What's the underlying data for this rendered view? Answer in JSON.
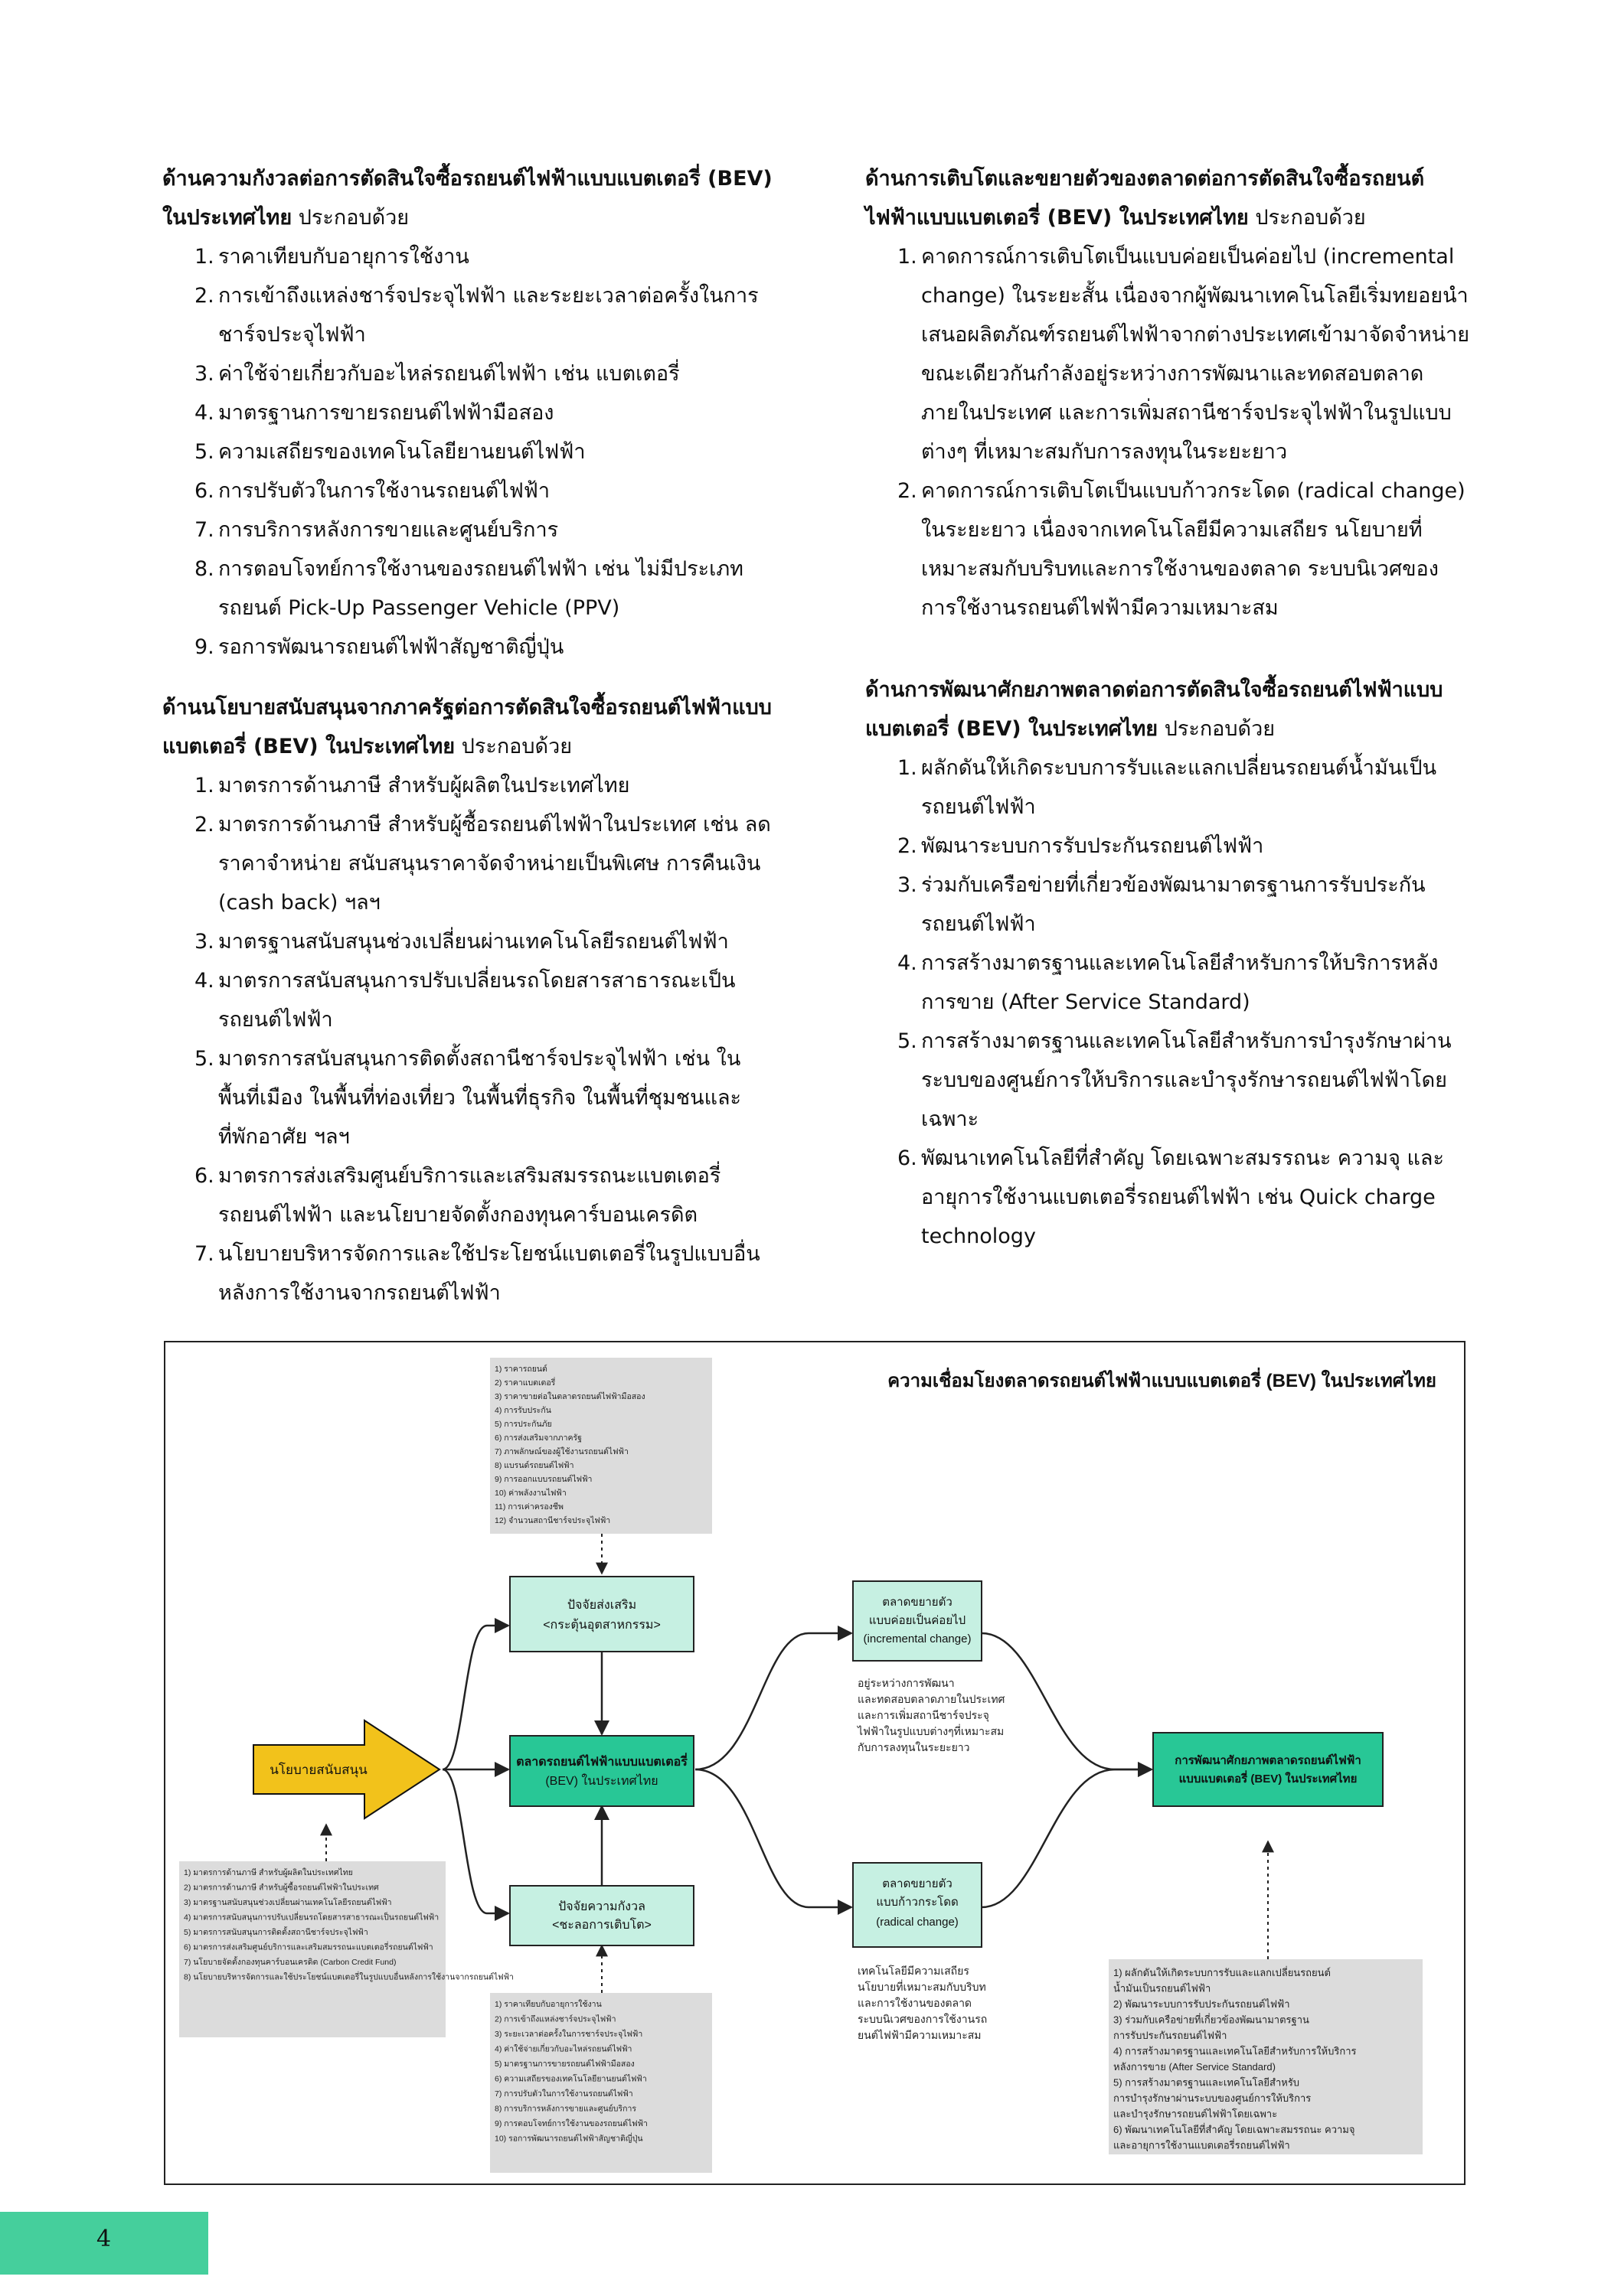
{
  "left_column": {
    "section1": {
      "title_bold": "ด้านความกังวลต่อการตัดสินใจซื้อรถยนต์ไฟฟ้าแบบแบตเตอรี่ (BEV) ในประเทศไทย",
      "title_plain": " ประกอบด้วย",
      "items": [
        {
          "num": "1.",
          "text": "ราคาเทียบกับอายุการใช้งาน"
        },
        {
          "num": "2.",
          "text": "การเข้าถึงแหล่งชาร์จประจุไฟฟ้า และระยะเวลาต่อครั้งในการชาร์จประจุไฟฟ้า"
        },
        {
          "num": "3.",
          "text": "ค่าใช้จ่ายเกี่ยวกับอะไหล่รถยนต์ไฟฟ้า เช่น แบตเตอรี่"
        },
        {
          "num": "4.",
          "text": "มาตรฐานการขายรถยนต์ไฟฟ้ามือสอง"
        },
        {
          "num": "5.",
          "text": "ความเสถียรของเทคโนโลยียานยนต์ไฟฟ้า"
        },
        {
          "num": "6.",
          "text": "การปรับตัวในการใช้งานรถยนต์ไฟฟ้า"
        },
        {
          "num": "7.",
          "text": "การบริการหลังการขายและศูนย์บริการ"
        },
        {
          "num": "8.",
          "text": "การตอบโจทย์การใช้งานของรถยนต์ไฟฟ้า เช่น ไม่มีประเภทรถยนต์ Pick-Up Passenger Vehicle (PPV)"
        },
        {
          "num": "9.",
          "text": "รอการพัฒนารถยนต์ไฟฟ้าสัญชาติญี่ปุ่น"
        }
      ]
    },
    "section2": {
      "title_bold": "ด้านนโยบายสนับสนุนจากภาครัฐต่อการตัดสินใจซื้อรถยนต์ไฟฟ้าแบบแบตเตอรี่ (BEV) ในประเทศไทย",
      "title_plain": " ประกอบด้วย",
      "items": [
        {
          "num": "1.",
          "text": "มาตรการด้านภาษี สำหรับผู้ผลิตในประเทศไทย"
        },
        {
          "num": "2.",
          "text": "มาตรการด้านภาษี สำหรับผู้ซื้อรถยนต์ไฟฟ้าในประเทศ เช่น ลดราคาจำหน่าย สนับสนุนราคาจัดจำหน่ายเป็นพิเศษ การคืนเงิน (cash back) ฯลฯ"
        },
        {
          "num": "3.",
          "text": "มาตรฐานสนับสนุนช่วงเปลี่ยนผ่านเทคโนโลยีรถยนต์ไฟฟ้า"
        },
        {
          "num": "4.",
          "text": "มาตรการสนับสนุนการปรับเปลี่ยนรถโดยสารสาธารณะเป็นรถยนต์ไฟฟ้า"
        },
        {
          "num": "5.",
          "text": "มาตรการสนับสนุนการติดตั้งสถานีชาร์จประจุไฟฟ้า เช่น ในพื้นที่เมือง ในพื้นที่ท่องเที่ยว ในพื้นที่ธุรกิจ ในพื้นที่ชุมชนและที่พักอาศัย ฯลฯ"
        },
        {
          "num": "6.",
          "text": "มาตรการส่งเสริมศูนย์บริการและเสริมสมรรถนะแบตเตอรี่รถยนต์ไฟฟ้า และนโยบายจัดตั้งกองทุนคาร์บอนเครดิต"
        },
        {
          "num": "7.",
          "text": "นโยบายบริหารจัดการและใช้ประโยชน์แบตเตอรี่ในรูปแบบอื่น หลังการใช้งานจากรถยนต์ไฟฟ้า"
        }
      ]
    }
  },
  "right_column": {
    "section3": {
      "title_bold": "ด้านการเติบโตและขยายตัวของตลาดต่อการตัดสินใจซื้อรถยนต์ไฟฟ้าแบบแบตเตอรี่ (BEV) ในประเทศไทย",
      "title_plain": " ประกอบด้วย",
      "items": [
        {
          "num": "1.",
          "text": "คาดการณ์การเติบโตเป็นแบบค่อยเป็นค่อยไป (incremental change) ในระยะสั้น เนื่องจากผู้พัฒนาเทคโนโลยีเริ่มทยอยนำเสนอผลิตภัณฑ์รถยนต์ไฟฟ้าจากต่างประเทศเข้ามาจัดจำหน่าย ขณะเดียวกันกำลังอยู่ระหว่างการพัฒนาและทดสอบตลาดภายในประเทศ และการเพิ่มสถานีชาร์จประจุไฟฟ้าในรูปแบบต่างๆ ที่เหมาะสมกับการลงทุนในระยะยาว"
        },
        {
          "num": "2.",
          "text": "คาดการณ์การเติบโตเป็นแบบก้าวกระโดด (radical change) ในระยะยาว เนื่องจากเทคโนโลยีมีความเสถียร นโยบายที่เหมาะสมกับบริบทและการใช้งานของตลาด ระบบนิเวศของการใช้งานรถยนต์ไฟฟ้ามีความเหมาะสม"
        }
      ]
    },
    "section4": {
      "title_bold": "ด้านการพัฒนาศักยภาพตลาดต่อการตัดสินใจซื้อรถยนต์ไฟฟ้าแบบแบตเตอรี่ (BEV) ในประเทศไทย",
      "title_plain": " ประกอบด้วย",
      "items": [
        {
          "num": "1.",
          "text": "ผลักดันให้เกิดระบบการรับและแลกเปลี่ยนรถยนต์น้ำมันเป็นรถยนต์ไฟฟ้า"
        },
        {
          "num": "2.",
          "text": "พัฒนาระบบการรับประกันรถยนต์ไฟฟ้า"
        },
        {
          "num": "3.",
          "text": "ร่วมกับเครือข่ายที่เกี่ยวข้องพัฒนามาตรฐานการรับประกันรถยนต์ไฟฟ้า"
        },
        {
          "num": "4.",
          "text": "การสร้างมาตรฐานและเทคโนโลยีสำหรับการให้บริการหลังการขาย (After Service Standard)"
        },
        {
          "num": "5.",
          "text": "การสร้างมาตรฐานและเทคโนโลยีสำหรับการบำรุงรักษาผ่านระบบของศูนย์การให้บริการและบำรุงรักษารถยนต์ไฟฟ้าโดยเฉพาะ"
        },
        {
          "num": "6.",
          "text": "พัฒนาเทคโนโลยีที่สำคัญ โดยเฉพาะสมรรถนะ ความจุ และอายุการใช้งานแบตเตอรี่รถยนต์ไฟฟ้า เช่น Quick charge technology"
        }
      ]
    }
  },
  "diagram": {
    "title": "ความเชื่อมโยงตลาดรถยนต์ไฟฟ้าแบบแบตเตอรี่ (BEV) ในประเทศไทย",
    "colors": {
      "box_light": "#c6f0e2",
      "box_dark": "#28c796",
      "arrow_yellow": "#f2c21b",
      "note_gray": "#dcdcdc",
      "line": "#222222"
    },
    "promoting": {
      "line1": "ปัจจัยส่งเสริม",
      "line2": "<กระตุ้นอุตสาหกรรม>"
    },
    "concern": {
      "line1": "ปัจจัยความกังวล",
      "line2": "<ชะลอการเติบโต>"
    },
    "market": {
      "line1": "ตลาดรถยนต์ไฟฟ้าแบบแบตเตอรี่",
      "line2": "(BEV) ในประเทศไทย"
    },
    "policy": {
      "label": "นโยบายสนับสนุน"
    },
    "incremental": {
      "line1": "ตลาดขยายตัว",
      "line2": "แบบค่อยเป็นค่อยไป",
      "line3": "(incremental change)"
    },
    "radical": {
      "line1": "ตลาดขยายตัว",
      "line2": "แบบก้าวกระโดด",
      "line3": "(radical change)"
    },
    "development": {
      "line1": "การพัฒนาศักยภาพตลาดรถยนต์ไฟฟ้า",
      "line2": "แบบแบตเตอรี่ (BEV) ในประเทศไทย"
    },
    "promoting_notes": [
      "1) ราคารถยนต์",
      "2) ราคาแบตเตอรี่",
      "3) ราคาขายต่อในตลาดรถยนต์ไฟฟ้ามือสอง",
      "4) การรับประกัน",
      "5) การประกันภัย",
      "6) การส่งเสริมจากภาครัฐ",
      "7) ภาพลักษณ์ของผู้ใช้งานรถยนต์ไฟฟ้า",
      "8) แบรนด์รถยนต์ไฟฟ้า",
      "9) การออกแบบรถยนต์ไฟฟ้า",
      "10) ค่าพลังงานไฟฟ้า",
      "11) การเค่าครองชีพ",
      "12) จำนวนสถานีชาร์จประจุไฟฟ้า"
    ],
    "policy_notes": [
      "1) มาตรการด้านภาษี สำหรับผู้ผลิตในประเทศไทย",
      "2) มาตรการด้านภาษี สำหรับผู้ซื้อรถยนต์ไฟฟ้าในประเทศ",
      "3) มาตรฐานสนับสนุนช่วงเปลี่ยนผ่านเทคโนโลยีรถยนต์ไฟฟ้า",
      "4) มาตรการสนับสนุนการปรับเปลี่ยนรถโดยสารสาธารณะเป็นรถยนต์ไฟฟ้า",
      "5) มาตรการสนับสนุนการติดตั้งสถานีชาร์จประจุไฟฟ้า",
      "6) มาตรการส่งเสริมศูนย์บริการและเสริมสมรรถนะแบตเตอรี่รถยนต์ไฟฟ้า",
      "7) นโยบายจัดตั้งกองทุนคาร์บอนเครดิต (Carbon Credit Fund)",
      "8) นโยบายบริหารจัดการและใช้ประโยชน์แบตเตอรี่ในรูปแบบอื่นหลังการใช้งานจากรถยนต์ไฟฟ้า"
    ],
    "concern_notes": [
      "1) ราคาเทียบกับอายุการใช้งาน",
      "2) การเข้าถึงแหล่งชาร์จประจุไฟฟ้า",
      "3) ระยะเวลาต่อครั้งในการชาร์จประจุไฟฟ้า",
      "4) ค่าใช้จ่ายเกี่ยวกับอะไหล่รถยนต์ไฟฟ้า",
      "5) มาตรฐานการขายรถยนต์ไฟฟ้ามือสอง",
      "6) ความเสถียรของเทคโนโลยียานยนต์ไฟฟ้า",
      "7) การปรับตัวในการใช้งานรถยนต์ไฟฟ้า",
      "8) การบริการหลังการขายและศูนย์บริการ",
      "9) การตอบโจทย์การใช้งานของรถยนต์ไฟฟ้า",
      "10) รอการพัฒนารถยนต์ไฟฟ้าสัญชาติญี่ปุ่น"
    ],
    "incremental_notes": [
      "อยู่ระหว่างการพัฒนา",
      "และทดสอบตลาดภายในประเทศ",
      "และการเพิ่มสถานีชาร์จประจุ",
      "ไฟฟ้าในรูปแบบต่างๆที่เหมาะสม",
      "กับการลงทุนในระยะยาว"
    ],
    "radical_notes": [
      "เทคโนโลยีมีความเสถียร",
      "นโยบายที่เหมาะสมกับบริบท",
      "และการใช้งานของตลาด",
      "ระบบนิเวศของการใช้งานรถ",
      "ยนต์ไฟฟ้ามีความเหมาะสม"
    ],
    "development_notes": [
      "1) ผลักดันให้เกิดระบบการรับและแลกเปลี่ยนรถยนต์",
      "น้ำมันเป็นรถยนต์ไฟฟ้า",
      "2) พัฒนาระบบการรับประกันรถยนต์ไฟฟ้า",
      "3) ร่วมกับเครือข่ายที่เกี่ยวข้องพัฒนามาตรฐาน",
      "การรับประกันรถยนต์ไฟฟ้า",
      "4) การสร้างมาตรฐานและเทคโนโลยีสำหรับการให้บริการ",
      "หลังการขาย (After Service Standard)",
      "5) การสร้างมาตรฐานและเทคโนโลยีสำหรับ",
      "การบำรุงรักษาผ่านระบบของศูนย์การให้บริการ",
      "และบำรุงรักษารถยนต์ไฟฟ้าโดยเฉพาะ",
      "6) พัฒนาเทคโนโลยีที่สำคัญ โดยเฉพาะสมรรถนะ ความจุ",
      "และอายุการใช้งานแบตเตอรี่รถยนต์ไฟฟ้า"
    ]
  },
  "footer": {
    "page_number": "4",
    "tab_color": "#45cf9c"
  }
}
